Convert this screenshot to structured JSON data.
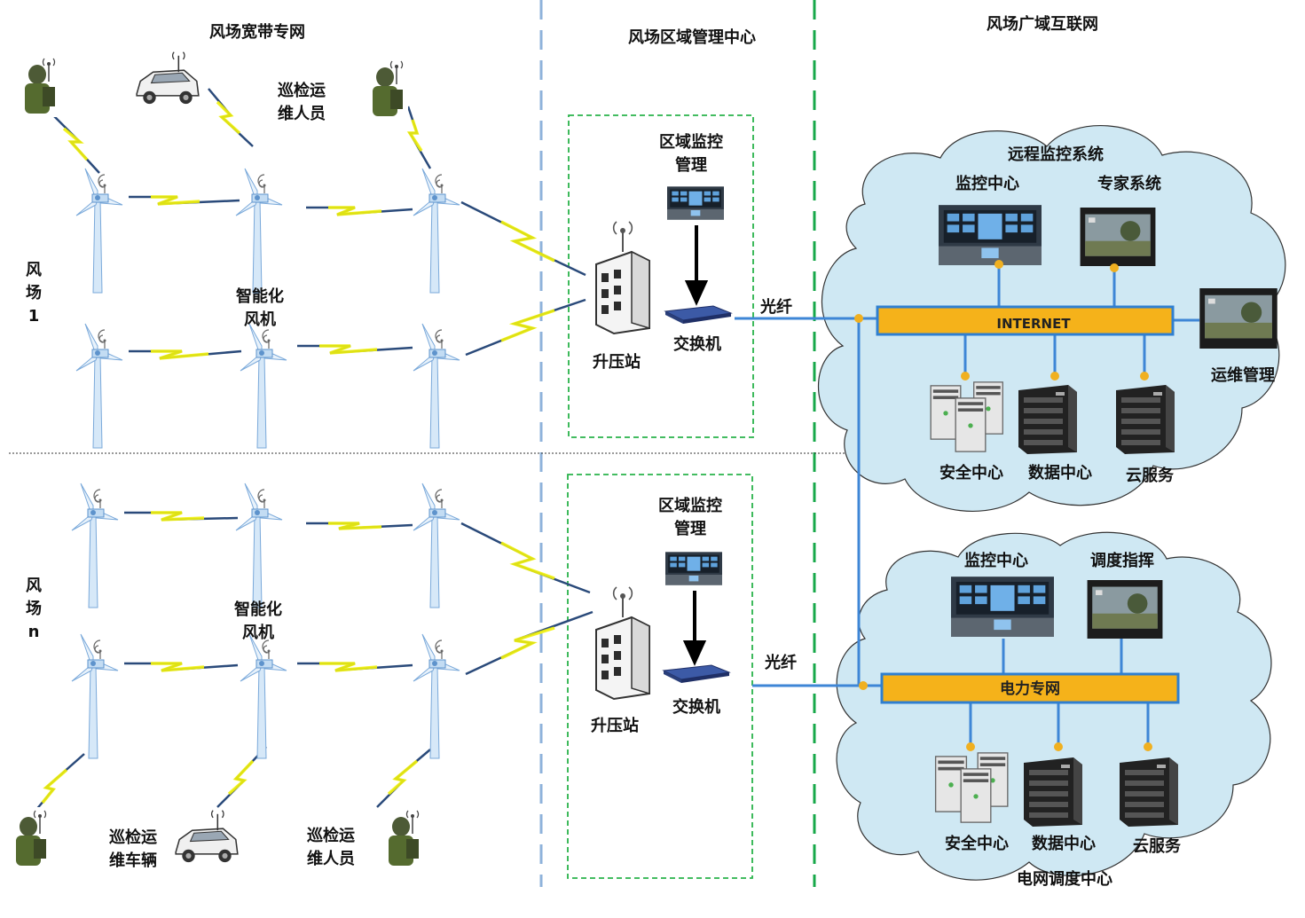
{
  "sections": {
    "wind_broadband": "风场宽带专网",
    "regional_center": "风场区域管理中心",
    "wide_area": "风场广域互联网"
  },
  "farm1": {
    "name_lines": "风\n场\n1",
    "patrol_staff": "巡检运\n维人员",
    "smart_turbine": "智能化\n风机"
  },
  "farmn": {
    "name_lines": "风\n场\nn",
    "smart_turbine": "智能化\n风机",
    "patrol_vehicle": "巡检运\n维车辆",
    "patrol_staff": "巡检运\n维人员"
  },
  "station1": {
    "monitor": "区域监控\n管理",
    "switch": "交换机",
    "booster": "升压站",
    "fiber": "光纤"
  },
  "stationn": {
    "monitor": "区域监控\n管理",
    "switch": "交换机",
    "booster": "升压站",
    "fiber": "光纤"
  },
  "cloud_top": {
    "title": "远程监控系统",
    "monitor_center": "监控中心",
    "expert_system": "专家系统",
    "bus": "INTERNET",
    "ops_mgmt": "运维管理",
    "security_center": "安全中心",
    "data_center": "数据中心",
    "cloud_service": "云服务"
  },
  "cloud_bottom": {
    "monitor_center": "监控中心",
    "dispatch": "调度指挥",
    "bus": "电力专网",
    "security_center": "安全中心",
    "data_center": "数据中心",
    "cloud_service": "云服务",
    "title": "电网调度中心"
  },
  "colors": {
    "cloud_fill": "#cfe8f3",
    "bus_fill": "#f5b21a",
    "bus_stroke": "#2f7fd0",
    "link_blue": "#3e86d6",
    "divider_blue": "#8fb3db",
    "divider_green": "#17a84a",
    "zigzag_yellow": "#f2f20a"
  }
}
